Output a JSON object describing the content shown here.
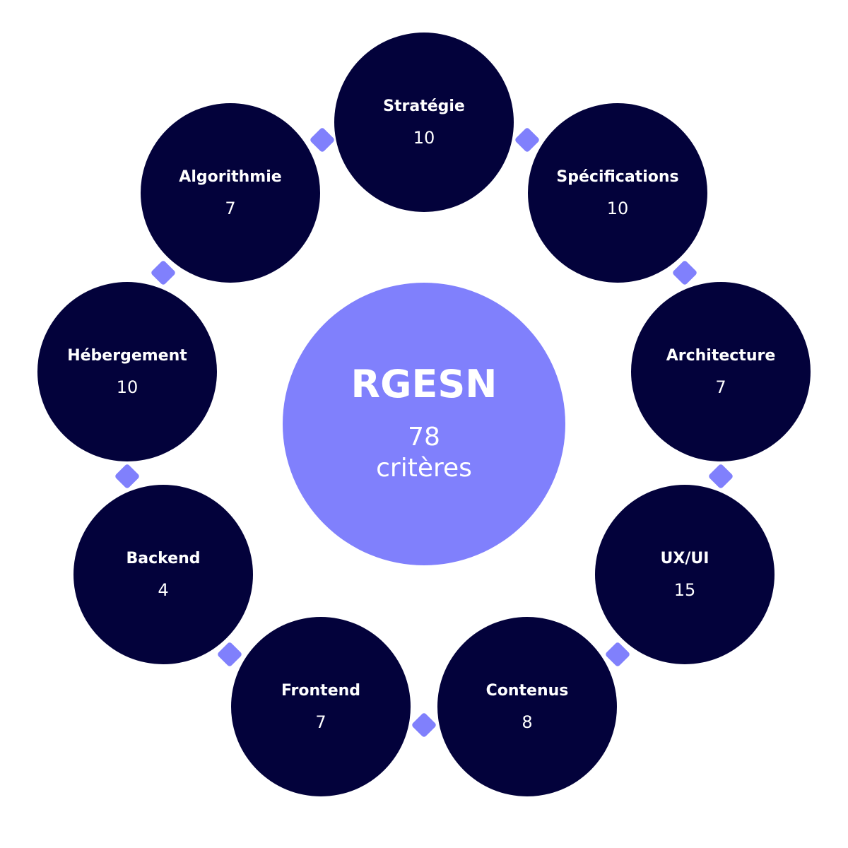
{
  "center": {
    "title": "RGESN",
    "count": "78",
    "unit": "critères"
  },
  "categories": [
    {
      "label": "Stratégie",
      "count": "10"
    },
    {
      "label": "Spécifications",
      "count": "10"
    },
    {
      "label": "Architecture",
      "count": "7"
    },
    {
      "label": "UX/UI",
      "count": "15"
    },
    {
      "label": "Contenus",
      "count": "8"
    },
    {
      "label": "Frontend",
      "count": "7"
    },
    {
      "label": "Backend",
      "count": "4"
    },
    {
      "label": "Hébergement",
      "count": "10"
    },
    {
      "label": "Algorithmie",
      "count": "7"
    }
  ],
  "colors": {
    "node": "#03023b",
    "accent": "#8080fc",
    "text": "#ffffff"
  }
}
